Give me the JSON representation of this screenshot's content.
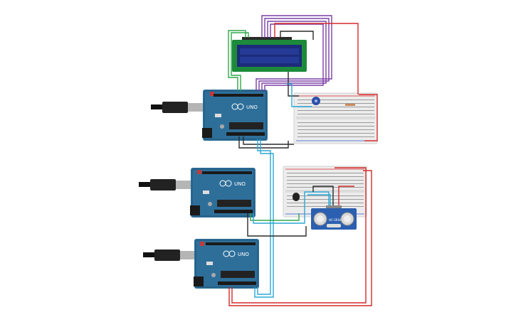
{
  "boards": [
    {
      "id": "board-top",
      "logo": "UNO"
    },
    {
      "id": "board-middle",
      "logo": "UNO"
    },
    {
      "id": "board-bottom",
      "logo": "UNO"
    }
  ],
  "sensor": {
    "label": "HC-SR04"
  },
  "colors": {
    "board": "#2e6f9a",
    "board_dark": "#1f5478",
    "header": "#1a1a1a",
    "breadboard": "#ececec",
    "lcd_frame": "#1c8a3a",
    "lcd_screen": "#1c2b7a",
    "sensor_body": "#2b5fb0",
    "wire_red": "#d42a2a",
    "wire_black": "#2a2a2a",
    "wire_green": "#2fa84a",
    "wire_purple": "#7a3fa6",
    "wire_blue": "#2aa7d6",
    "potentiometer": "#2b4fa8"
  }
}
